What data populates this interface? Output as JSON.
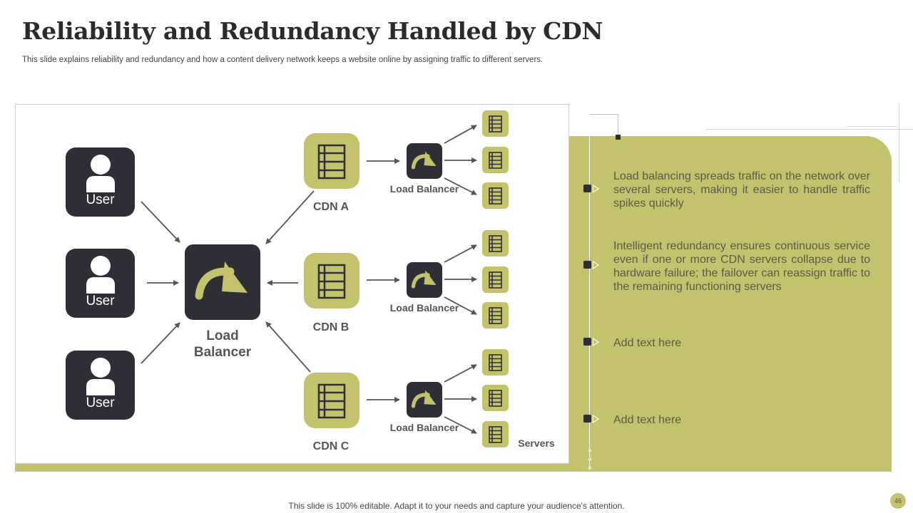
{
  "title": "Reliability and Redundancy Handled by CDN",
  "subtitle": "This slide explains reliability and redundancy and how a content delivery network keeps a website online by assigning traffic to different servers.",
  "diagram": {
    "users": [
      "User",
      "User",
      "User"
    ],
    "main_load_balancer": "Load Balancer",
    "cdns": [
      "CDN A",
      "CDN B",
      "CDN C"
    ],
    "sub_load_balancer": "Load Balancer",
    "servers_label": "Servers"
  },
  "points": [
    "Load balancing spreads traffic on the network over several servers, making it easier to handle traffic spikes quickly",
    "Intelligent redundancy ensures continuous service even if one or more CDN servers collapse due to hardware failure; the failover can reassign traffic to the remaining functioning servers",
    "Add text here",
    "Add text here"
  ],
  "footer": "This slide is 100% editable. Adapt it to your needs and capture your audience's attention.",
  "page_number": "46",
  "colors": {
    "accent_olive": "#c5c26d",
    "dark_tile": "#2e2e36"
  }
}
